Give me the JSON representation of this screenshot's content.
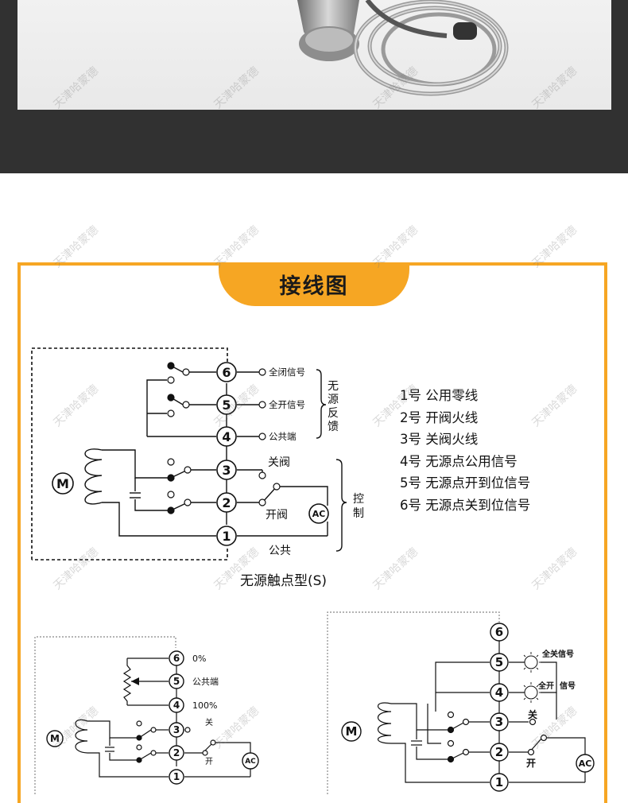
{
  "header": {
    "title": "接线图"
  },
  "watermark": "天津哈蒙德",
  "legend": [
    "1号  公用零线",
    "2号  开阀火线",
    "3号  关阀火线",
    "4号  无源点公用信号",
    "5号  无源点开到位信号",
    "6号  无源点关到位信号"
  ],
  "diagram1": {
    "caption": "无源触点型(S)",
    "motor": "M",
    "ac": "AC",
    "terminals": [
      "6",
      "5",
      "4",
      "3",
      "2",
      "1"
    ],
    "sig_close": "全闭信号",
    "sig_open": "全开信号",
    "sig_common": "公共端",
    "feedback_label": [
      "无",
      "源",
      "反",
      "馈"
    ],
    "close_valve": "关阀",
    "open_valve": "开阀",
    "common": "公共",
    "control_label": [
      "控",
      "制"
    ]
  },
  "diagram2": {
    "motor": "M",
    "ac": "AC",
    "terminals": [
      "6",
      "5",
      "4",
      "3",
      "2",
      "1"
    ],
    "pct0": "0%",
    "common": "公共端",
    "pct100": "100%",
    "close": "关",
    "open": "开"
  },
  "diagram3": {
    "motor": "M",
    "ac": "AC",
    "terminals": [
      "6",
      "5",
      "4",
      "3",
      "2",
      "1"
    ],
    "all_close": "全关信号",
    "all_open": "全开",
    "signal": "信号",
    "close": "关",
    "open": "开"
  },
  "colors": {
    "accent": "#f6a623",
    "band": "#313131"
  }
}
